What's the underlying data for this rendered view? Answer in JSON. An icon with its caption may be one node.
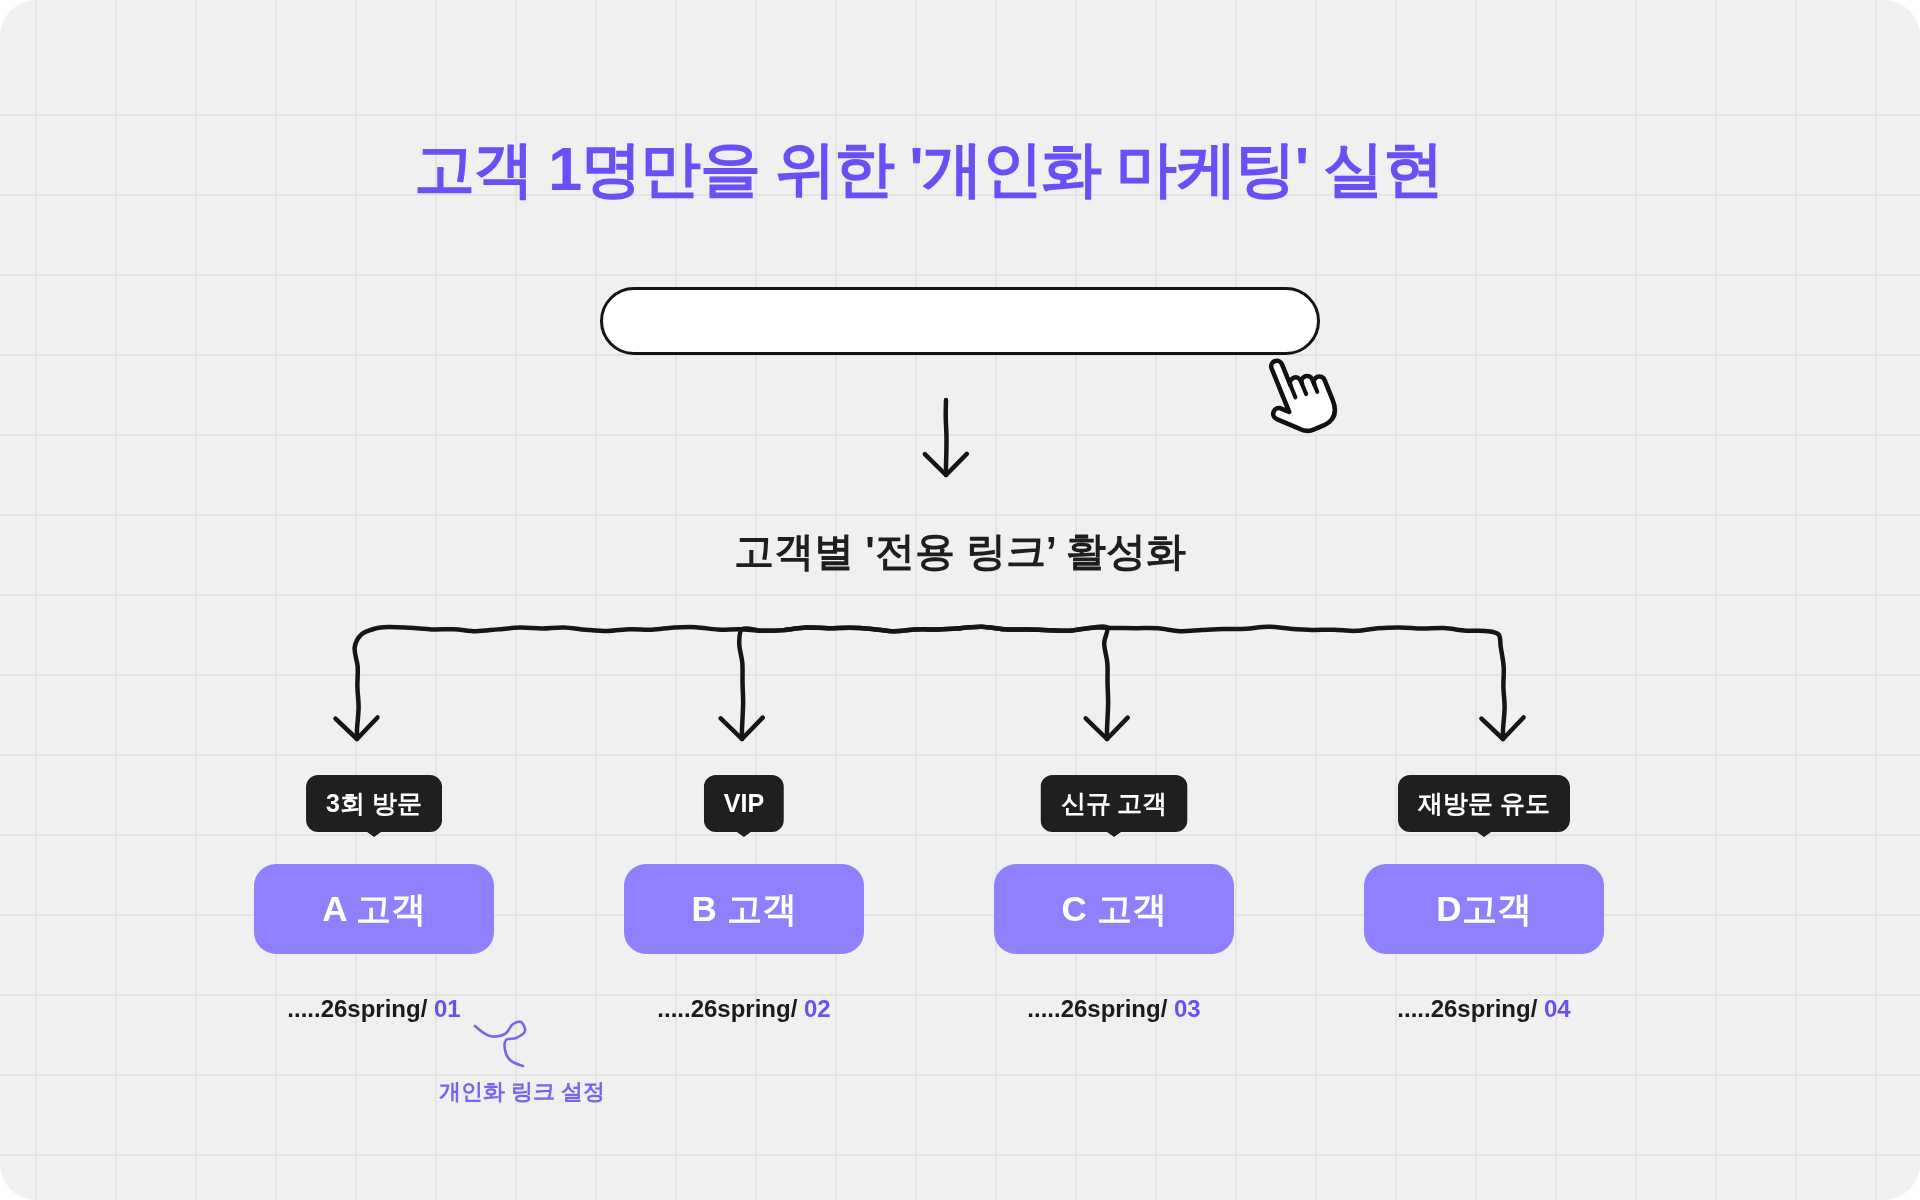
{
  "diagram": {
    "title": "고객 1명만을 위한 '개인화 마케팅' 실현",
    "nodes": [
      {
        "text": [],
        "shape": "box"
      },
      {
        "text": [
          "고객별 '전용 링크’ 활성화"
        ]
      },
      {
        "text": [
          "3회 방문"
        ]
      },
      {
        "text": [
          "A 고객"
        ],
        "beside": [
          ".....26spring/ 01"
        ]
      },
      {
        "text": [
          "VIP"
        ]
      },
      {
        "text": [
          "B 고객"
        ],
        "beside": [
          ".....26spring/ 02"
        ]
      },
      {
        "text": [
          "신규 고객"
        ]
      },
      {
        "text": [
          "C 고객"
        ],
        "beside": [
          ".....26spring/ 03"
        ]
      },
      {
        "text": [
          "재방문 유도"
        ]
      },
      {
        "text": [
          "D고객"
        ],
        "beside": [
          ".....26spring/ 04"
        ]
      },
      {
        "text": [
          "개인화 링크 설정"
        ]
      }
    ],
    "edges": [
      {
        "from": 0,
        "to": 1,
        "arrow": "to"
      },
      {
        "from": 1,
        "to": 2,
        "arrow": "to"
      },
      {
        "from": 1,
        "to": 4,
        "arrow": "to"
      },
      {
        "from": 1,
        "to": 6,
        "arrow": "to"
      },
      {
        "from": 1,
        "to": 8,
        "arrow": "to"
      },
      {
        "from": 10,
        "to": 3,
        "arrow": "none",
        "color": "#7565f0"
      }
    ]
  }
}
